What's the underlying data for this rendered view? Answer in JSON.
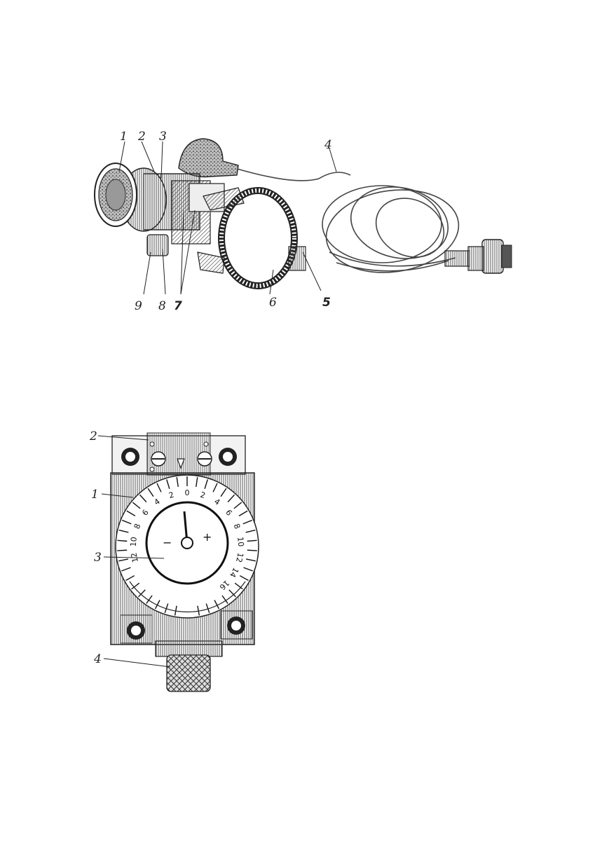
{
  "figure_top": {
    "labels": {
      "l1": "1",
      "l2": "2",
      "l3": "3",
      "l4": "4",
      "l5": "5",
      "l6": "6",
      "l7": "7",
      "l8": "8",
      "l9": "9"
    }
  },
  "figure_bottom": {
    "labels": {
      "l1": "1",
      "l2": "2",
      "l3": "3",
      "l4": "4"
    },
    "dial": {
      "ticks_left": [
        "0",
        "2",
        "4",
        "6",
        "8",
        "10",
        "12"
      ],
      "ticks_right": [
        "2",
        "4",
        "6",
        "8",
        "10",
        "12",
        "14",
        "16"
      ],
      "minus": "−",
      "plus": "+"
    }
  }
}
